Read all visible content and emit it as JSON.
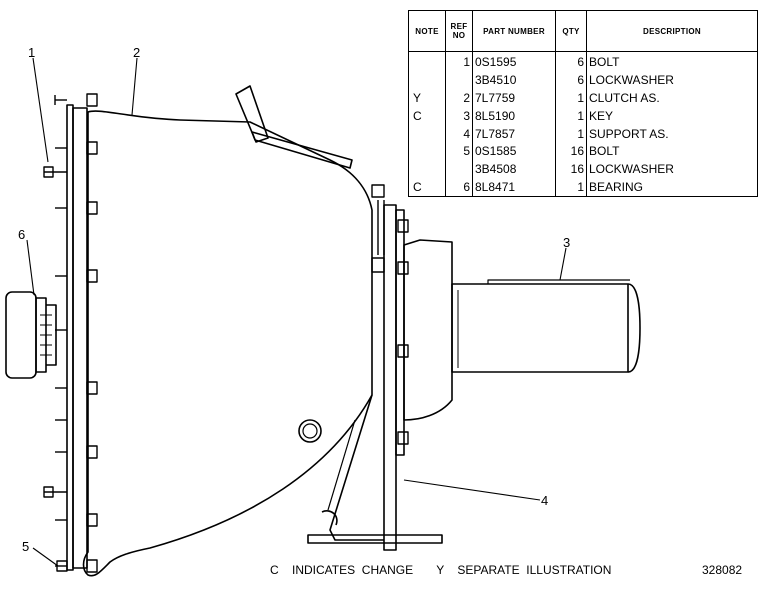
{
  "callouts": [
    "1",
    "2",
    "3",
    "4",
    "5",
    "6"
  ],
  "parts_table": {
    "headers": {
      "note": "NOTE",
      "ref_no": "REF NO",
      "part_number": "PART NUMBER",
      "qty": "QTY",
      "description": "DESCRIPTION"
    },
    "rows": [
      {
        "note": "",
        "ref": "1",
        "part": "0S1595",
        "qty": "6",
        "desc": "BOLT"
      },
      {
        "note": "",
        "ref": "",
        "part": "3B4510",
        "qty": "6",
        "desc": "LOCKWASHER"
      },
      {
        "note": "Y",
        "ref": "2",
        "part": "7L7759",
        "qty": "1",
        "desc": "CLUTCH AS."
      },
      {
        "note": "C",
        "ref": "3",
        "part": "8L5190",
        "qty": "1",
        "desc": "KEY"
      },
      {
        "note": "",
        "ref": "4",
        "part": "7L7857",
        "qty": "1",
        "desc": "SUPPORT AS."
      },
      {
        "note": "",
        "ref": "5",
        "part": "0S1585",
        "qty": "16",
        "desc": "BOLT"
      },
      {
        "note": "",
        "ref": "",
        "part": "3B4508",
        "qty": "16",
        "desc": "LOCKWASHER"
      },
      {
        "note": "C",
        "ref": "6",
        "part": "8L8471",
        "qty": "1",
        "desc": "BEARING"
      }
    ]
  },
  "legend": "C    INDICATES  CHANGE       Y    SEPARATE  ILLUSTRATION",
  "illustration_number": "328082"
}
